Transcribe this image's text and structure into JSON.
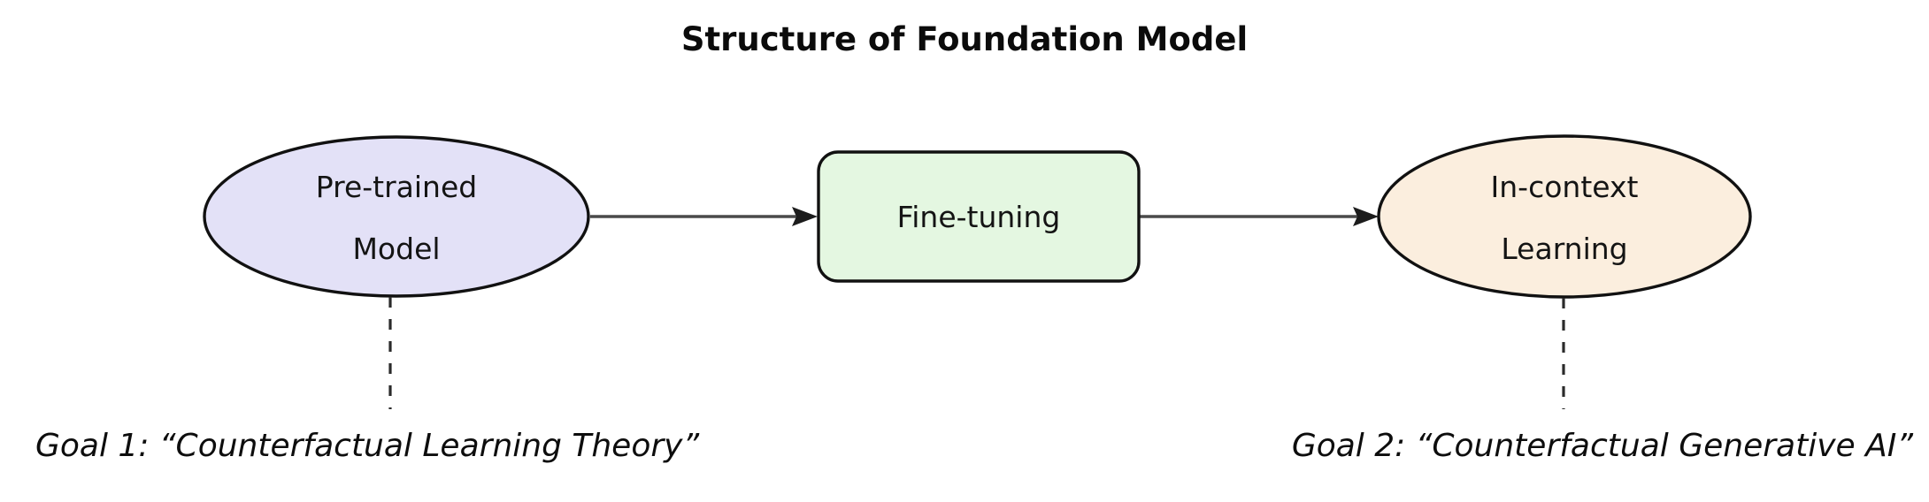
{
  "figure": {
    "title": "Structure of Foundation Model",
    "background_color": "#ffffff"
  },
  "nodes": [
    {
      "id": "pre-trained-model",
      "shape": "ellipse",
      "line1": "Pre-trained",
      "line2": "Model",
      "fill_color": "#e3e1f7",
      "stroke_color": "#111111"
    },
    {
      "id": "fine-tuning",
      "shape": "rounded-rectangle",
      "line1": "Fine-tuning",
      "line2": "",
      "fill_color": "#e4f7e1",
      "stroke_color": "#111111"
    },
    {
      "id": "in-context-learning",
      "shape": "ellipse",
      "line1": "In-context",
      "line2": "Learning",
      "fill_color": "#fbeede",
      "stroke_color": "#111111"
    }
  ],
  "connectors": [
    {
      "id": "arrow-pretrained-to-finetuning",
      "style": "solid-arrow",
      "color": "#4a4a4a"
    },
    {
      "id": "arrow-finetuning-to-incontext",
      "style": "solid-arrow",
      "color": "#4a4a4a"
    },
    {
      "id": "dashed-pretrained-to-goal1",
      "style": "dashed",
      "color": "#2b2b2b"
    },
    {
      "id": "dashed-incontext-to-goal2",
      "style": "dashed",
      "color": "#2b2b2b"
    }
  ],
  "annotations": [
    {
      "id": "goal-1",
      "text": "Goal 1: “Counterfactual Learning Theory”"
    },
    {
      "id": "goal-2",
      "text": "Goal 2: “Counterfactual Generative AI”"
    }
  ]
}
